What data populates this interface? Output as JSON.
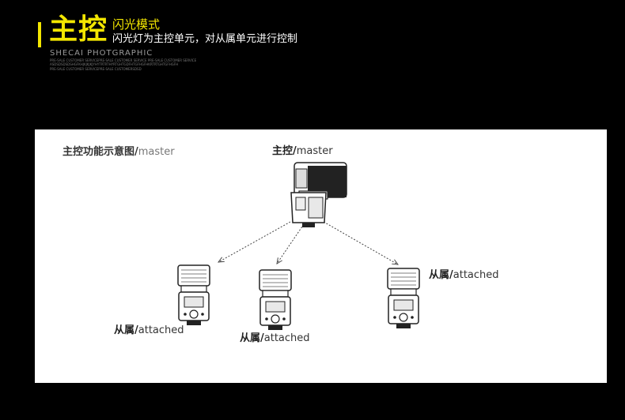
{
  "header": {
    "title": "主控",
    "subtitle": "闪光模式",
    "description": "闪光灯为主控单元，对从属单元进行控制",
    "brand": "SHECAI PHOTGRAPHIC",
    "fine_print": [
      "PRE-SALE CUSTOMER SERVICEPRE-SALE CUSTOMER SERVICE PRE-SALE CUSTOMER SERVICE",
      "ASDSDSDSDSHGFKHJKJKJKJYHYTRTRTHYRTGHTGDFHTGFHGFHKRTRTGHTGFHGFH",
      "PRE-SALE CUSTOMER SERVICEPRE-SALE CUSTOMERSDSD"
    ]
  },
  "diagram": {
    "title_zh": "主控功能示意图/",
    "title_en": "master",
    "master": {
      "zh": "主控/",
      "en": "master"
    },
    "slaves": [
      {
        "zh": "从属/",
        "en": "attached"
      },
      {
        "zh": "从属/",
        "en": "attached"
      },
      {
        "zh": "从属/",
        "en": "attached"
      }
    ]
  },
  "colors": {
    "accent": "#f3e600",
    "background": "#000000",
    "panel": "#ffffff"
  },
  "icons": [
    "master-flash-icon",
    "slave-flash-icon",
    "dotted-arrow-icon"
  ]
}
